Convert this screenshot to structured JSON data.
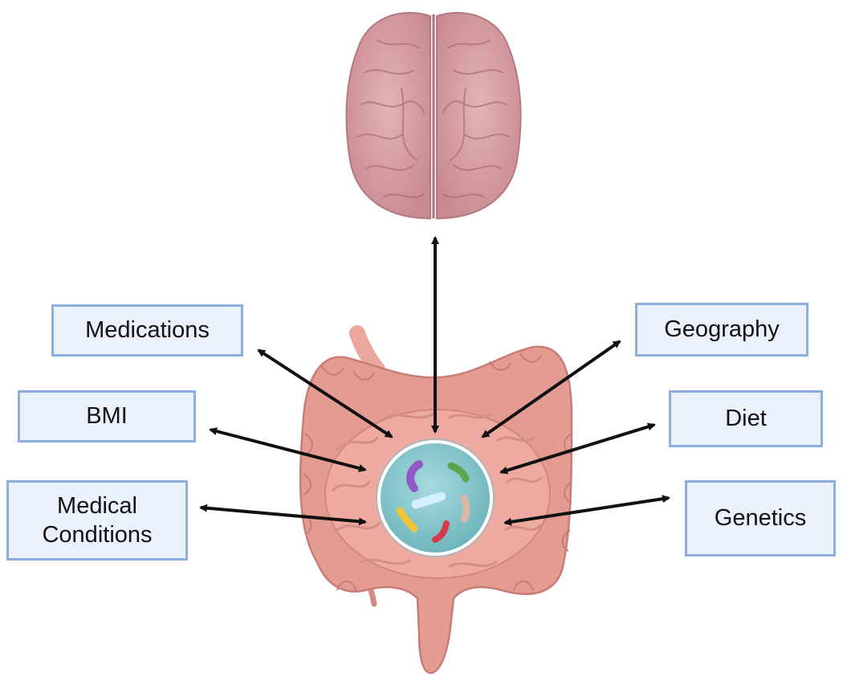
{
  "factors": {
    "medications": "Medications",
    "bmi": "BMI",
    "medical_conditions_line1": "Medical",
    "medical_conditions_line2": "Conditions",
    "geography": "Geography",
    "diet": "Diet",
    "genetics": "Genetics"
  },
  "illustrations": {
    "brain": "brain-illustration",
    "intestines": "intestines-illustration",
    "microbiome": "gut-microbiome-circle"
  },
  "colors": {
    "box_fill": "#eaf1fb",
    "box_border": "#8eaee0",
    "arrow": "#111111",
    "brain": "#d9a3a8",
    "intestine": "#e39b92",
    "microbe_circle": "#8ec9cf"
  }
}
